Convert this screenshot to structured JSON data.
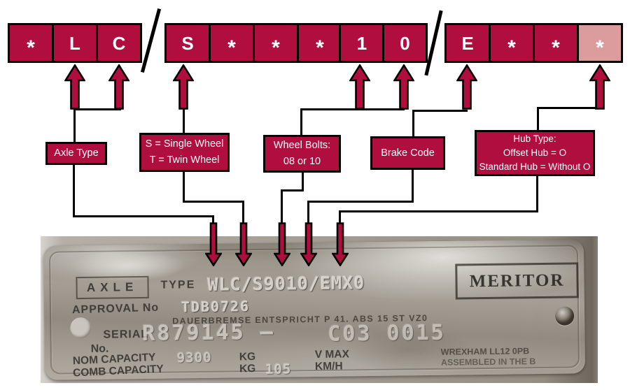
{
  "boxes": [
    "*",
    "L",
    "C",
    "S",
    "*",
    "*",
    "*",
    "1",
    "0",
    "E",
    "*",
    "*",
    "*"
  ],
  "separators": [
    "/",
    "/"
  ],
  "labels": {
    "axle": [
      "Axle Type"
    ],
    "wheel": [
      "S = Single Wheel",
      "T = Twin Wheel"
    ],
    "bolts": [
      "Wheel Bolts:",
      "08 or 10"
    ],
    "brake": [
      "Brake Code"
    ],
    "hub": [
      "Hub Type:",
      "Offset Hub = O",
      "Standard Hub = Without O"
    ]
  },
  "plate": {
    "axle_label": "AXLE",
    "type_label": "TYPE",
    "type_value": "WLC/S9010/EMX0",
    "brand": "MERITOR",
    "approval_label": "APPROVAL No",
    "approval_value": "TDB0726",
    "brake_line": "DAUERBREMSE ENTSPRICHT P 41. ABS 15 ST VZ0",
    "serial_label": "SERIAL",
    "no_label": "No.",
    "serial_value": "R879145 —",
    "serial_value2": "C03 0015",
    "nom_label": "NOM CAPACITY",
    "nom_value": "9300",
    "kg_label_1": "KG",
    "vmax_label": "V MAX",
    "comb_label": "COMB CAPACITY",
    "kg_label_2": "KG",
    "speed_value": "105",
    "kmh_label": "KM/H",
    "address_line": "WREXHAM LL12 0PB",
    "assembled_line": "ASSEMBLED IN THE B"
  },
  "colors": {
    "crimson": "#B00E3E",
    "pink": "#DA9C9C",
    "line": "#000000"
  }
}
